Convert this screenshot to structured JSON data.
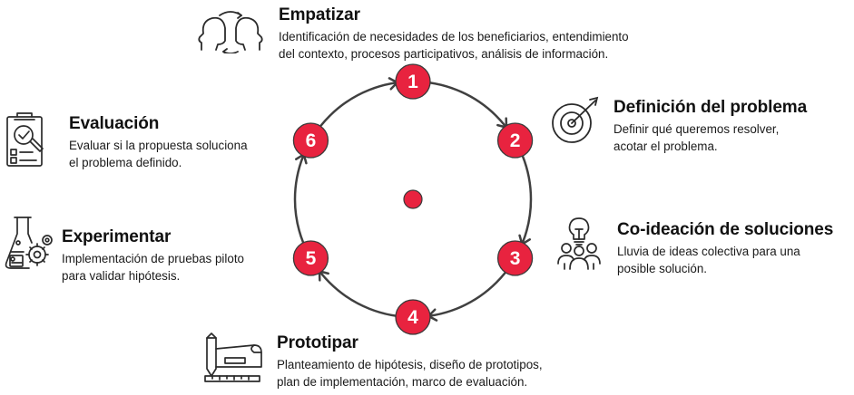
{
  "colors": {
    "circle": "#e8233f",
    "circle_outline": "#3a3a3a",
    "ring": "#404040",
    "icon": "#2b2b2b",
    "text": "#1a1a1a"
  },
  "cycle": {
    "center_dot": true,
    "steps": [
      {
        "number": "1"
      },
      {
        "number": "2"
      },
      {
        "number": "3"
      },
      {
        "number": "4"
      },
      {
        "number": "5"
      },
      {
        "number": "6"
      }
    ]
  },
  "stages": {
    "empatizar": {
      "icon": "two-heads-exchange-icon",
      "title": "Empatizar",
      "lines": [
        "Identificación de necesidades de los beneficiarios, entendimiento",
        "del contexto, procesos participativos, análisis de información."
      ]
    },
    "definicion": {
      "icon": "target-arrow-icon",
      "title": "Definición del problema",
      "lines": [
        "Definir qué queremos resolver,",
        "acotar el problema."
      ]
    },
    "coideacion": {
      "icon": "lightbulb-group-icon",
      "title": "Co-ideación de soluciones",
      "lines": [
        "Lluvia de ideas colectiva para una",
        "posible solución."
      ]
    },
    "prototipar": {
      "icon": "blueprint-ruler-icon",
      "title": "Prototipar",
      "lines": [
        "Planteamiento de hipótesis, diseño de prototipos,",
        "plan de implementación, marco de evaluación."
      ]
    },
    "experimentar": {
      "icon": "flask-gears-icon",
      "title": "Experimentar",
      "lines": [
        "Implementación de pruebas piloto",
        "para validar hipótesis."
      ]
    },
    "evaluacion": {
      "icon": "clipboard-magnifier-icon",
      "title": "Evaluación",
      "lines": [
        "Evaluar si la propuesta soluciona",
        "el problema definido."
      ]
    }
  }
}
